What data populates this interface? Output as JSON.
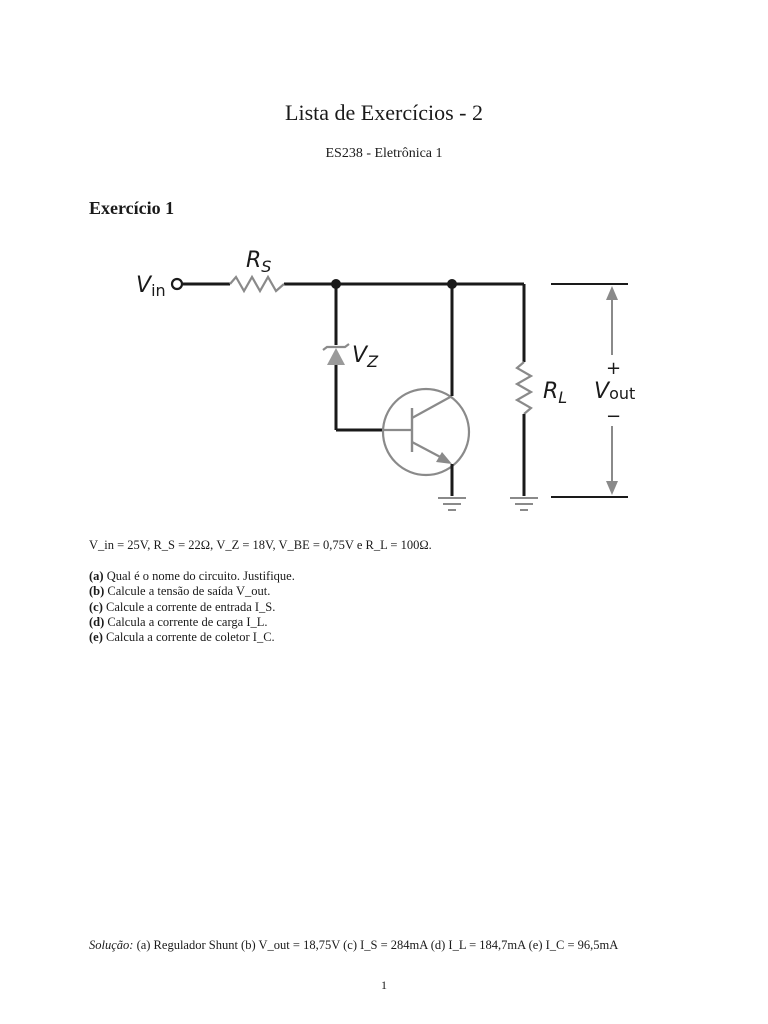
{
  "header": {
    "title": "Lista de Exercícios - 2",
    "subtitle": "ES238 - Eletrônica 1"
  },
  "exercise": {
    "heading": "Exercício 1",
    "circuit_labels": {
      "vin_main": "V",
      "vin_sub": "in",
      "rs_main": "R",
      "rs_sub": "S",
      "vz_main": "V",
      "vz_sub": "Z",
      "rl_main": "R",
      "rl_sub": "L",
      "vout_main": "V",
      "vout_sub": "out",
      "plus": "+",
      "minus": "−"
    },
    "params_line": "V_in = 25V, R_S = 22Ω, V_Z = 18V, V_BE = 0,75V e R_L = 100Ω.",
    "items": [
      {
        "letter": "(a)",
        "text": "Qual é o nome do circuito. Justifique."
      },
      {
        "letter": "(b)",
        "text": "Calcule a tensão de saída V_out."
      },
      {
        "letter": "(c)",
        "text": "Calcule a corrente de entrada I_S."
      },
      {
        "letter": "(d)",
        "text": "Calcula a corrente de carga I_L."
      },
      {
        "letter": "(e)",
        "text": "Calcula a corrente de coletor I_C."
      }
    ],
    "solution": {
      "label": "Solução:",
      "text": "(a) Regulador Shunt (b) V_out = 18,75V (c) I_S = 284mA (d) I_L = 184,7mA (e) I_C = 96,5mA"
    }
  },
  "footer": {
    "page_number": "1"
  },
  "colors": {
    "wire": "#1a1a1a",
    "component": "#8a8a8a",
    "zener_fill": "#9a9a9a"
  }
}
